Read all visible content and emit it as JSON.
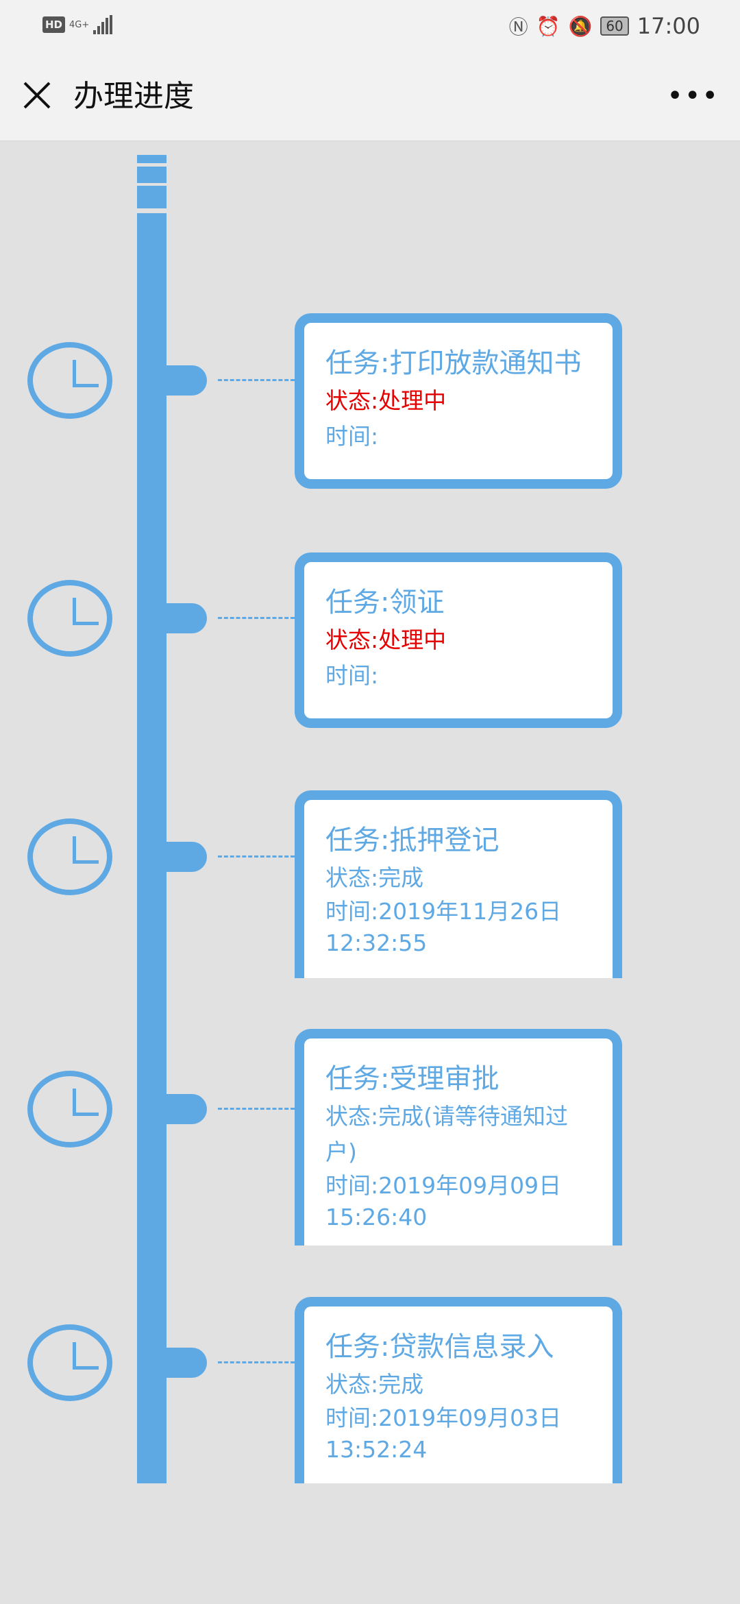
{
  "status_bar": {
    "hd": "HD",
    "network": "4G+",
    "battery": "60",
    "time": "17:00"
  },
  "header": {
    "title": "办理进度",
    "more_label": "•••"
  },
  "colors": {
    "accent": "#5ea8e4",
    "in_progress": "#e60000",
    "background": "#e1e1e1"
  },
  "items": [
    {
      "task": "任务:打印放款通知书",
      "status": "状态:处理中",
      "time": "时间:",
      "status_color": "#e60000"
    },
    {
      "task": "任务:领证",
      "status": "状态:处理中",
      "time": "时间:",
      "status_color": "#e60000"
    },
    {
      "task": "任务:抵押登记",
      "status": "状态:完成",
      "time": "时间:2019年11月26日 12:32:55",
      "status_color": "#5ea8e4"
    },
    {
      "task": "任务:受理审批",
      "status": "状态:完成(请等待通知过户)",
      "time": "时间:2019年09月09日 15:26:40",
      "status_color": "#5ea8e4"
    },
    {
      "task": "任务:贷款信息录入",
      "status": "状态:完成",
      "time": "时间:2019年09月03日 13:52:24",
      "status_color": "#5ea8e4"
    }
  ]
}
